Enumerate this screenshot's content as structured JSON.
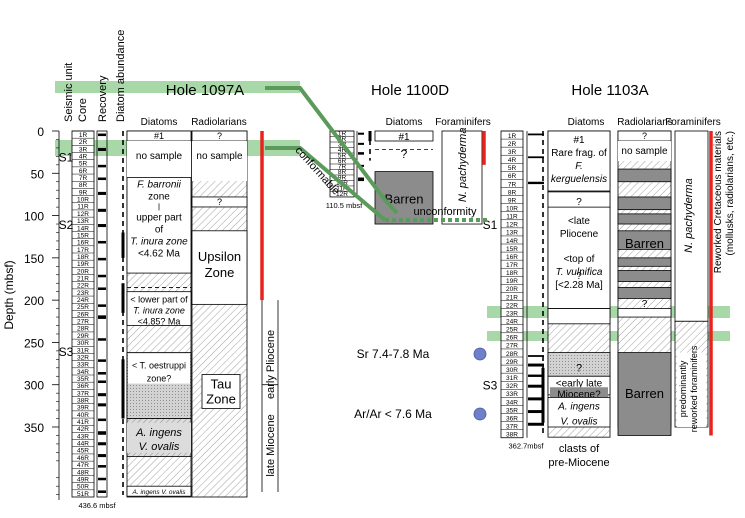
{
  "axis": {
    "label": "Depth (mbsf)",
    "ticks": [
      "0",
      "50",
      "100",
      "150",
      "200",
      "250",
      "300",
      "350"
    ]
  },
  "column_headers": {
    "seismic_unit": "Seismic unit",
    "core": "Core",
    "recovery": "Recovery",
    "diatom_abundance": "Diatom abundance",
    "reworked": "Reworked Cretaceous materials",
    "reworked_sub": "(mollusks, radiolarians, etc.)"
  },
  "holes": [
    {
      "title": "Hole 1097A",
      "col_headers": [
        "Diatoms",
        "Radiolarians"
      ],
      "seismic_units": [
        "S1",
        "S2",
        "S3"
      ],
      "cores": [
        "1R",
        "2R",
        "3R",
        "4R",
        "5R",
        "6R",
        "7R",
        "8R",
        "9R",
        "10R",
        "11R",
        "12R",
        "13R",
        "14R",
        "15R",
        "16R",
        "17R",
        "18R",
        "19R",
        "20R",
        "21R",
        "22R",
        "23R",
        "24R",
        "25R",
        "26R",
        "27R",
        "28R",
        "29R",
        "30R",
        "31R",
        "32R",
        "33R",
        "34R",
        "35R",
        "36R",
        "37R",
        "38R",
        "39R",
        "40R",
        "41R",
        "42R",
        "43R",
        "44R",
        "45R",
        "46R",
        "47R",
        "48R",
        "49R",
        "50R",
        "51R"
      ],
      "bottom_depth": "436.6 mbsf",
      "diatom_zones": {
        "z1": "#1",
        "z2": "no sample",
        "z3_line1": "F. barronii",
        "z3_line2": "zone",
        "z3_line3": "upper part",
        "z3_line4": "of",
        "z3_line5": "T. inura zone",
        "z3_line6": "<4.62 Ma",
        "z4_line1": "< lower part of",
        "z4_line2": "T. inura zone",
        "z4_line3": "<4.85? Ma",
        "z5_line1": "< T. oestruppi",
        "z5_line2": "zone?",
        "z6_line1": "A. ingens",
        "z6_line2": "V. ovalis",
        "z7": "A. ingens V. ovalis"
      },
      "radiolarian_zones": {
        "r1": "?",
        "r2": "no sample",
        "r3": "?",
        "r4_line1": "Upsilon",
        "r4_line2": "Zone",
        "r5_line1": "Tau",
        "r5_line2": "Zone"
      },
      "ages": [
        "early Pliocene",
        "late Miocene"
      ]
    },
    {
      "title": "Hole 1100D",
      "col_headers": [
        "Diatoms",
        "Foraminifers"
      ],
      "cores": [
        "1R",
        "2R",
        "3R",
        "4R",
        "5R",
        "6R",
        "7R",
        "8R",
        "9R",
        "10R",
        "11R",
        "12R"
      ],
      "bottom_depth": "110.5 mbsf",
      "diatom_zones": {
        "z1": "#1",
        "z2": "?",
        "barren": "Barren"
      },
      "foram": "N. pachyderma"
    },
    {
      "title": "Hole 1103A",
      "col_headers": [
        "Diatoms",
        "Radiolarians",
        "Foraminifers"
      ],
      "seismic_units": [
        "S1",
        "S3"
      ],
      "cores": [
        "1R",
        "2R",
        "3R",
        "4R",
        "5R",
        "6R",
        "7R",
        "8R",
        "9R",
        "10R",
        "11R",
        "12R",
        "13R",
        "14R",
        "15R",
        "16R",
        "17R",
        "18R",
        "19R",
        "20R",
        "21R",
        "22R",
        "23R",
        "24R",
        "25R",
        "26R",
        "27R",
        "28R",
        "29R",
        "30R",
        "31R",
        "32R",
        "33R",
        "34R",
        "35R",
        "36R",
        "37R",
        "38R"
      ],
      "bottom_depth": "362.7mbsf",
      "diatom_zones": {
        "z1": "#1",
        "z1b_line1": "Rare frag. of",
        "z1b_line2": "F.",
        "z1b_line3": "kerguelensis",
        "q1": "?",
        "z2_line1": "<late",
        "z2_line2": "Pliocene",
        "z2_line3": "<top of",
        "z2_line4": "T. vulnifica",
        "z2_line5": "[<2.28 Ma]",
        "q2": "?",
        "q3": "?",
        "z3_line1": "<early late",
        "z3_line2": "Miocene?",
        "z4_line1": "A. ingens",
        "z4_line2": "V. ovalis",
        "below_line1": "clasts of",
        "below_line2": "pre-Miocene"
      },
      "radiolarian_zones": {
        "r1": "?",
        "r2": "no sample",
        "barren1": "Barren",
        "q": "?",
        "barren2": "Barren"
      },
      "foram": "N. pachyderma",
      "foram2_line1": "predominantly",
      "foram2_line2": "reworked foraminifers"
    }
  ],
  "annotations": {
    "conformable": "conformable",
    "unconformity": "unconformity",
    "sr_age": "Sr 7.4-7.8 Ma",
    "arar_age": "Ar/Ar < 7.6 Ma"
  },
  "colors": {
    "green_band": "#a8d8a8",
    "green_line": "#5a9a5a",
    "red_line": "#e8221c",
    "barren_gray": "#8c8c8c",
    "light_gray": "#d0d0d0",
    "dot_blue": "#7080c8"
  }
}
